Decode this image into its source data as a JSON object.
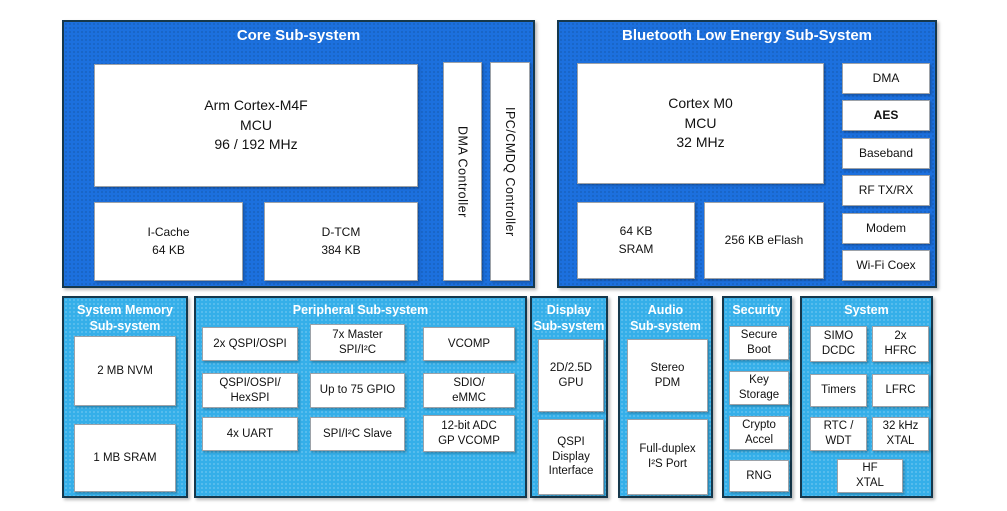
{
  "colors": {
    "top_section_blue": "#1c70de",
    "bottom_section_blue": "#35afe9",
    "section_border": "#16384c",
    "block_background": "#ffffff",
    "title_text": "#ffffff",
    "body_text": "#111111"
  },
  "diagram": {
    "core": {
      "title": "Core Sub-system",
      "mcu": "Arm Cortex-M4F\nMCU\n96 / 192 MHz",
      "icache": "I-Cache\n64 KB",
      "dtcm": "D-TCM\n384 KB",
      "dma_controller": "DMA Controller",
      "ipc_controller": "IPC/CMDQ Controller"
    },
    "ble": {
      "title": "Bluetooth Low Energy Sub-System",
      "mcu": "Cortex M0\nMCU\n32 MHz",
      "sram": "64 KB\nSRAM",
      "eflash": "256 KB eFlash",
      "side_blocks": [
        "DMA",
        "AES",
        "Baseband",
        "RF TX/RX",
        "Modem",
        "Wi-Fi Coex"
      ]
    },
    "system_memory": {
      "title": "System Memory\nSub-system",
      "blocks": [
        "2 MB NVM",
        "1 MB SRAM"
      ]
    },
    "peripheral": {
      "title": "Peripheral Sub-system",
      "blocks": [
        "2x QSPI/OSPI",
        "7x Master\nSPI/I²C",
        "VCOMP",
        "QSPI/OSPI/\nHexSPI",
        "Up to 75 GPIO",
        "SDIO/\neMMC",
        "4x UART",
        "SPI/I²C Slave",
        "12-bit ADC\nGP VCOMP"
      ]
    },
    "display": {
      "title": "Display\nSub-system",
      "blocks": [
        "2D/2.5D\nGPU",
        "QSPI\nDisplay\nInterface"
      ]
    },
    "audio": {
      "title": "Audio\nSub-system",
      "blocks": [
        "Stereo\nPDM",
        "Full-duplex\nI²S Port"
      ]
    },
    "security": {
      "title": "Security",
      "blocks": [
        "Secure\nBoot",
        "Key\nStorage",
        "Crypto\nAccel",
        "RNG"
      ]
    },
    "system": {
      "title": "System",
      "blocks": [
        "SIMO\nDCDC",
        "2x\nHFRC",
        "Timers",
        "LFRC",
        "RTC /\nWDT",
        "32 kHz\nXTAL",
        "HF\nXTAL"
      ]
    }
  }
}
